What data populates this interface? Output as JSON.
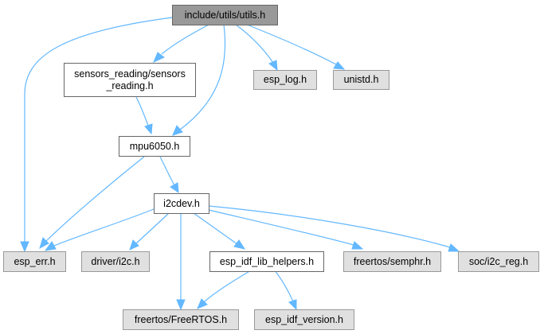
{
  "diagram": {
    "colors": {
      "edge": "#63b8ff",
      "root_fill": "#999999",
      "node_fill": "#ffffff",
      "external_fill": "#e0e0e0",
      "border": "#666666"
    },
    "nodes": {
      "utils": {
        "label": "include/utils/utils.h",
        "kind": "root"
      },
      "sensors": {
        "label": "sensors_reading/sensors\n_reading.h",
        "kind": "int"
      },
      "esp_log": {
        "label": "esp_log.h",
        "kind": "ext"
      },
      "unistd": {
        "label": "unistd.h",
        "kind": "ext"
      },
      "mpu6050": {
        "label": "mpu6050.h",
        "kind": "int"
      },
      "i2cdev": {
        "label": "i2cdev.h",
        "kind": "int"
      },
      "esp_err": {
        "label": "esp_err.h",
        "kind": "ext"
      },
      "driver_i2c": {
        "label": "driver/i2c.h",
        "kind": "ext"
      },
      "helpers": {
        "label": "esp_idf_lib_helpers.h",
        "kind": "int"
      },
      "semphr": {
        "label": "freertos/semphr.h",
        "kind": "ext"
      },
      "i2c_reg": {
        "label": "soc/i2c_reg.h",
        "kind": "ext"
      },
      "freertos": {
        "label": "freertos/FreeRTOS.h",
        "kind": "ext"
      },
      "idf_version": {
        "label": "esp_idf_version.h",
        "kind": "ext"
      }
    },
    "edges": [
      {
        "from": "utils",
        "to": "sensors"
      },
      {
        "from": "utils",
        "to": "esp_log"
      },
      {
        "from": "utils",
        "to": "unistd"
      },
      {
        "from": "utils",
        "to": "mpu6050"
      },
      {
        "from": "utils",
        "to": "esp_err"
      },
      {
        "from": "sensors",
        "to": "mpu6050"
      },
      {
        "from": "mpu6050",
        "to": "i2cdev"
      },
      {
        "from": "mpu6050",
        "to": "esp_err"
      },
      {
        "from": "i2cdev",
        "to": "esp_err"
      },
      {
        "from": "i2cdev",
        "to": "driver_i2c"
      },
      {
        "from": "i2cdev",
        "to": "freertos"
      },
      {
        "from": "i2cdev",
        "to": "helpers"
      },
      {
        "from": "i2cdev",
        "to": "semphr"
      },
      {
        "from": "i2cdev",
        "to": "i2c_reg"
      },
      {
        "from": "helpers",
        "to": "freertos"
      },
      {
        "from": "helpers",
        "to": "idf_version"
      }
    ]
  }
}
